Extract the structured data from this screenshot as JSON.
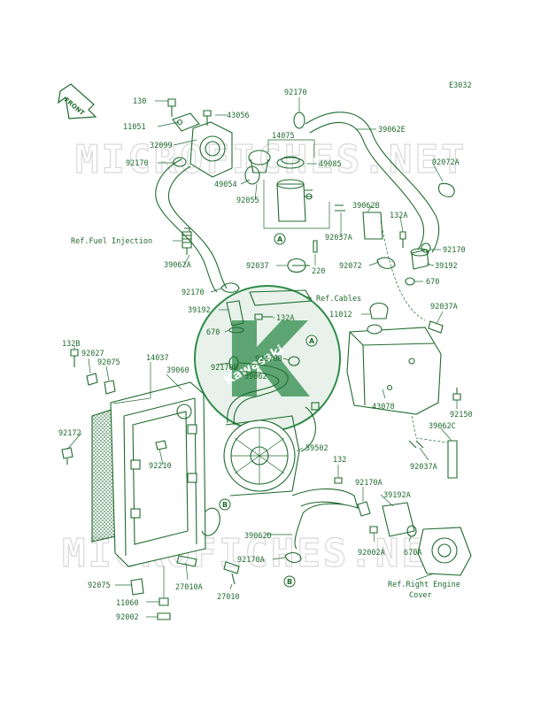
{
  "diagram_code": "E3032",
  "front_arrow_label": "FRONT",
  "watermark_text": "MICROFICHES.NET",
  "logo_text": "Kawasaki",
  "refs": {
    "fuel_injection": "Ref.Fuel Injection",
    "cables": "Ref.Cables",
    "right_engine_cover_line1": "Ref.Right Engine",
    "right_engine_cover_line2": "Cover"
  },
  "markers": {
    "A": "A",
    "B": "B"
  },
  "parts": {
    "p130": "130",
    "p11051": "11051",
    "p43056": "43056",
    "p92170_top": "92170",
    "p39062E": "39062E",
    "p32099": "32099",
    "p14075": "14075",
    "p49085": "49085",
    "p92170_left": "92170",
    "p92072A": "92072A",
    "p49054": "49054",
    "p92055": "92055",
    "p39062B": "39062B",
    "p132A_top": "132A",
    "p92037A_mid": "92037A",
    "p92170_right": "92170",
    "p39062A": "39062A",
    "p92037": "92037",
    "p220": "220",
    "p92072": "92072",
    "p39192_right": "39192",
    "p670_right": "670",
    "p92170_mid": "92170",
    "p39192_mid": "39192",
    "p132A_mid": "132A",
    "p11012": "11012",
    "p92037A_right": "92037A",
    "p670_mid": "670",
    "p132B": "132B",
    "p92027": "92027",
    "p92075_top": "92075",
    "p14037": "14037",
    "p39060": "39060",
    "p92170B_left": "92170B",
    "p92170B_right": "92170B",
    "p39062": "39062",
    "p43078": "43078",
    "p92150": "92150",
    "p39062C": "39062C",
    "p92172": "92172",
    "p92210": "92210",
    "p59502": "59502",
    "p92037A_low": "92037A",
    "p132_low": "132",
    "p92170A_right": "92170A",
    "p39192A": "39192A",
    "p39062D": "39062D",
    "p92002A": "92002A",
    "p670A": "670A",
    "p92170A_low": "92170A",
    "p92075_low": "92075",
    "p27010A": "27010A",
    "p27010": "27010",
    "p11060": "11060",
    "p92002": "92002"
  }
}
